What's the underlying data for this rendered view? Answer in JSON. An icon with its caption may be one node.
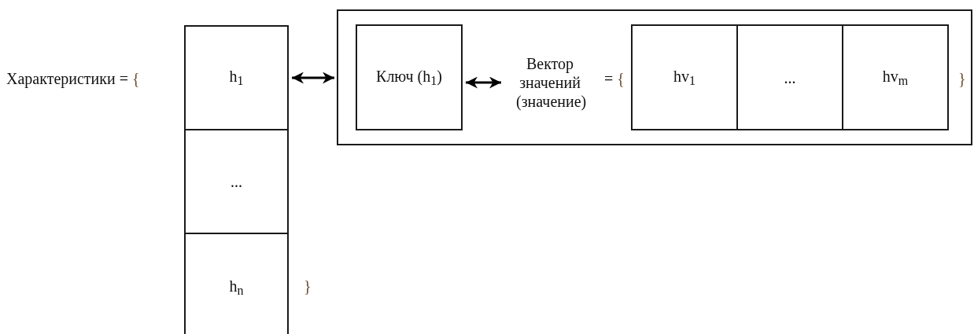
{
  "diagram": {
    "nodes": [
      {
        "text": [
          "h$_{1}$"
        ]
      },
      {
        "text": [
          "..."
        ]
      },
      {
        "text": [
          "h$_{n}$"
        ]
      },
      {
        "text": [],
        "shape": "box"
      },
      {
        "text": [
          "Ключ (h$_{1}$)"
        ],
        "in": 3
      },
      {
        "text": [
          "Вектор значений (значение)"
        ],
        "in": 3
      },
      {
        "text": [
          "hv$_{1}$"
        ],
        "in": 3
      },
      {
        "text": [
          "..."
        ],
        "in": 3
      },
      {
        "text": [
          "hv$_{m}$"
        ],
        "in": 3
      }
    ],
    "edges": [
      {
        "from": 0,
        "to": 3,
        "arrow": "both"
      },
      {
        "from": 4,
        "to": 5,
        "arrow": "both"
      }
    ],
    "labels": [
      "Характеристики = {",
      "}",
      "= {",
      "}"
    ]
  }
}
